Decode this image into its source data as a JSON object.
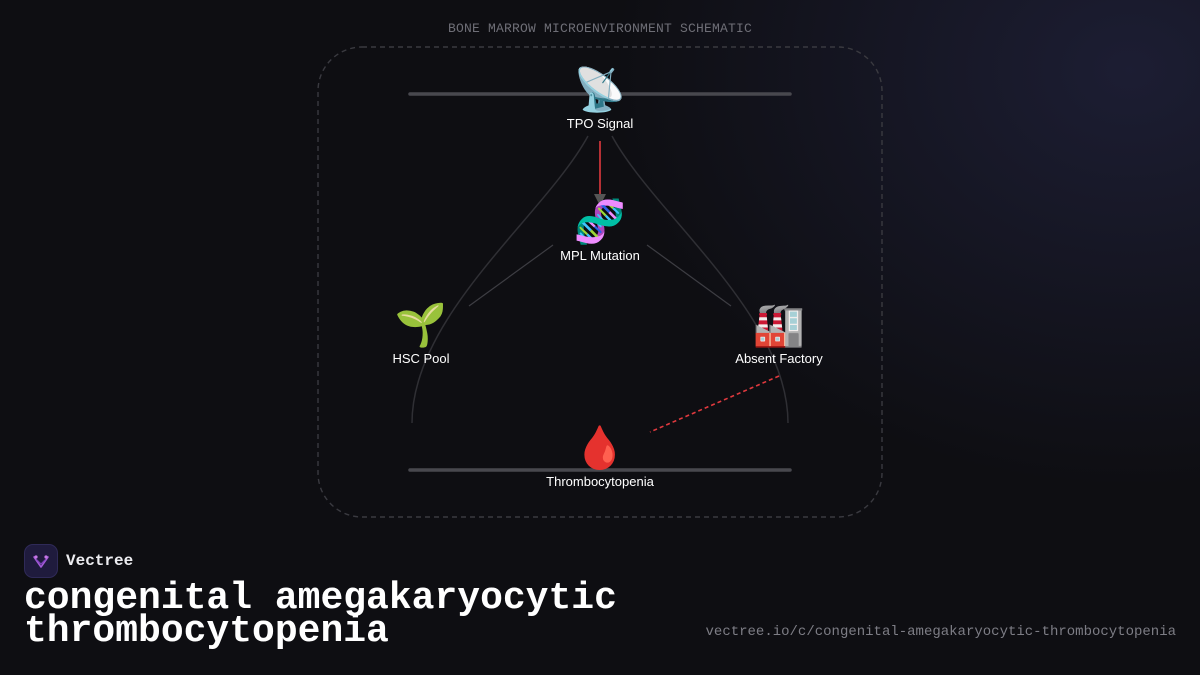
{
  "diagram": {
    "heading": "BONE MARROW MICROENVIRONMENT SCHEMATIC",
    "nodes": {
      "tpo": {
        "icon": "📡",
        "icon_name": "satellite-dish-icon",
        "label": "TPO Signal"
      },
      "mpl": {
        "icon": "🧬",
        "icon_name": "dna-icon",
        "label": "MPL Mutation"
      },
      "hsc": {
        "icon": "🌱",
        "icon_name": "seedling-icon",
        "label": "HSC Pool"
      },
      "factory": {
        "icon": "🏭",
        "icon_name": "factory-icon",
        "label": "Absent Factory"
      },
      "thrombo": {
        "icon": "🩸",
        "icon_name": "blood-drop-icon",
        "label": "Thrombocytopenia"
      }
    },
    "colors": {
      "inhibit_edge": "#e0393e",
      "arrow_head": "#555555",
      "connector": "#3a3a40",
      "frame": "#3a3a40"
    }
  },
  "footer": {
    "brand_name": "Vectree",
    "title": "congenital amegakaryocytic thrombocytopenia",
    "url": "vectree.io/c/congenital-amegakaryocytic-thrombocytopenia"
  }
}
